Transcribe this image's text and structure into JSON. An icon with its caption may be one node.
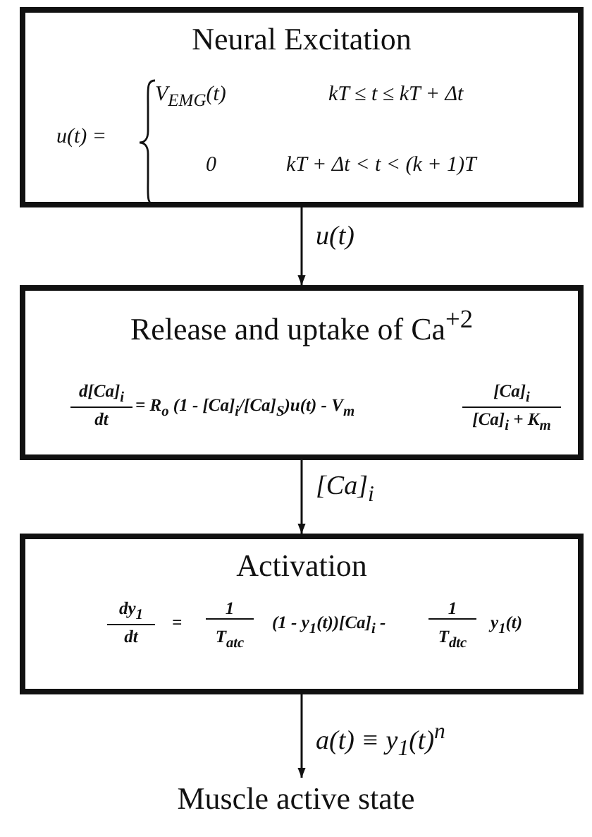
{
  "diagram": {
    "nodes": [
      {
        "text": [
          "Neural  Excitation",
          "u(t) =",
          "V$_{EMG}$(t)",
          "kT ≤ t ≤ kT + Δt",
          "0",
          "kT + Δt < t < (k + 1)T"
        ]
      },
      {
        "text": [
          "Release and uptake of Ca$^{+2}$",
          "d[Ca]$_{i}$",
          "dt",
          "= R$_{o}$ (1 - [Ca]$_{i}$/[Ca]$_{S}$)u(t) - V$_{m}$",
          "[Ca]$_{i}$",
          "[Ca]$_{i}$ + K$_{m}$"
        ]
      },
      {
        "text": [
          "Activation",
          "dy$_{1}$",
          "dt",
          "=",
          "1",
          "T$_{atc}$",
          "(1 - y$_{1}$(t))[Ca]$_{i}$ -",
          "1",
          "T$_{dtc}$",
          "y$_{1}$(t)"
        ]
      },
      {
        "text": [
          "Muscle active state"
        ]
      }
    ],
    "edges": [
      {
        "from": 0,
        "to": 1,
        "arrow": "to",
        "label": "u(t)"
      },
      {
        "from": 1,
        "to": 2,
        "arrow": "to",
        "label": "[Ca]$_{i}$"
      },
      {
        "from": 2,
        "to": 3,
        "arrow": "to",
        "label": "a(t) ≡ y$_{1}$(t)$^{n}$"
      }
    ]
  }
}
